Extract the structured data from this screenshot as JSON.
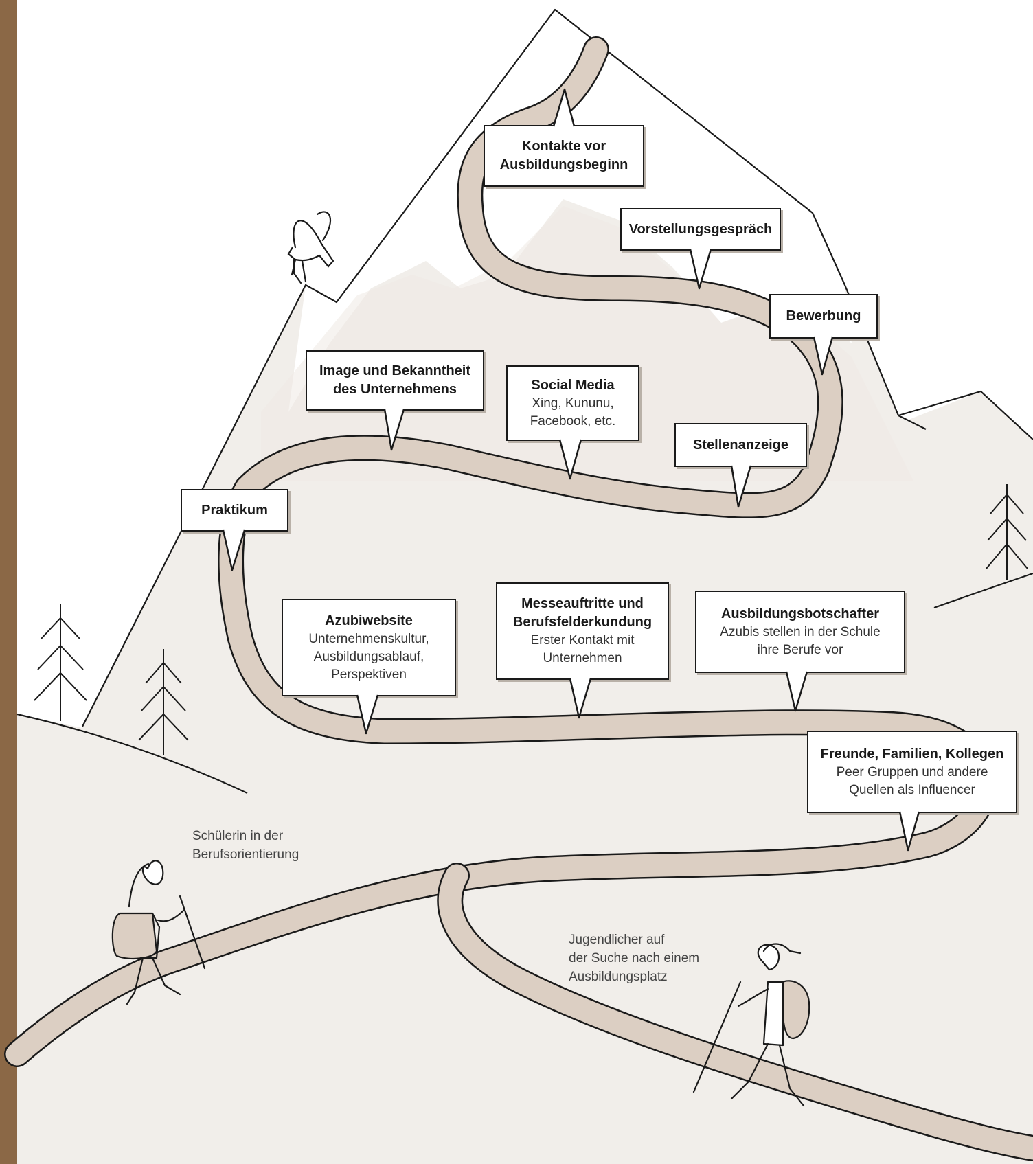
{
  "colors": {
    "left_bar": "#8b6846",
    "path_fill": "#dccfc3",
    "mountain_fill": "#f1eeea",
    "far_mountain_fill": "#e7e1da",
    "ink": "#1a1a1a"
  },
  "boxes": {
    "kontakte": {
      "title": "Kontakte vor\nAusbildungsbeginn"
    },
    "vorstellung": {
      "title": "Vorstellungsgespräch"
    },
    "bewerbung": {
      "title": "Bewerbung"
    },
    "image": {
      "title": "Image und Bekanntheit\ndes Unternehmens"
    },
    "social": {
      "title": "Social Media",
      "sub": "Xing, Kununu,\nFacebook, etc."
    },
    "stellen": {
      "title": "Stellenanzeige"
    },
    "praktikum": {
      "title": "Praktikum"
    },
    "azubiweb": {
      "title": "Azubiwebsite",
      "sub": "Unternehmenskultur,\nAusbildungsablauf,\nPerspektiven"
    },
    "messe": {
      "title": "Messeauftritte und\nBerufsfelderkundung",
      "sub": "Erster Kontakt mit\nUnternehmen"
    },
    "botschafter": {
      "title": "Ausbildungsbotschafter",
      "sub": "Azubis stellen in der Schule\nihre Berufe vor"
    },
    "freunde": {
      "title": "Freunde, Familien, Kollegen",
      "sub": "Peer Gruppen und andere\nQuellen als Influencer"
    }
  },
  "captions": {
    "schuelerin": [
      "Schülerin in der",
      "Berufsorientierung"
    ],
    "jugendlicher": [
      "Jugendlicher auf",
      "der Suche nach einem",
      "Ausbildungsplatz"
    ]
  },
  "icons": [
    "ibex-icon",
    "tree-icon",
    "hiker-girl-icon",
    "hiker-boy-icon"
  ]
}
